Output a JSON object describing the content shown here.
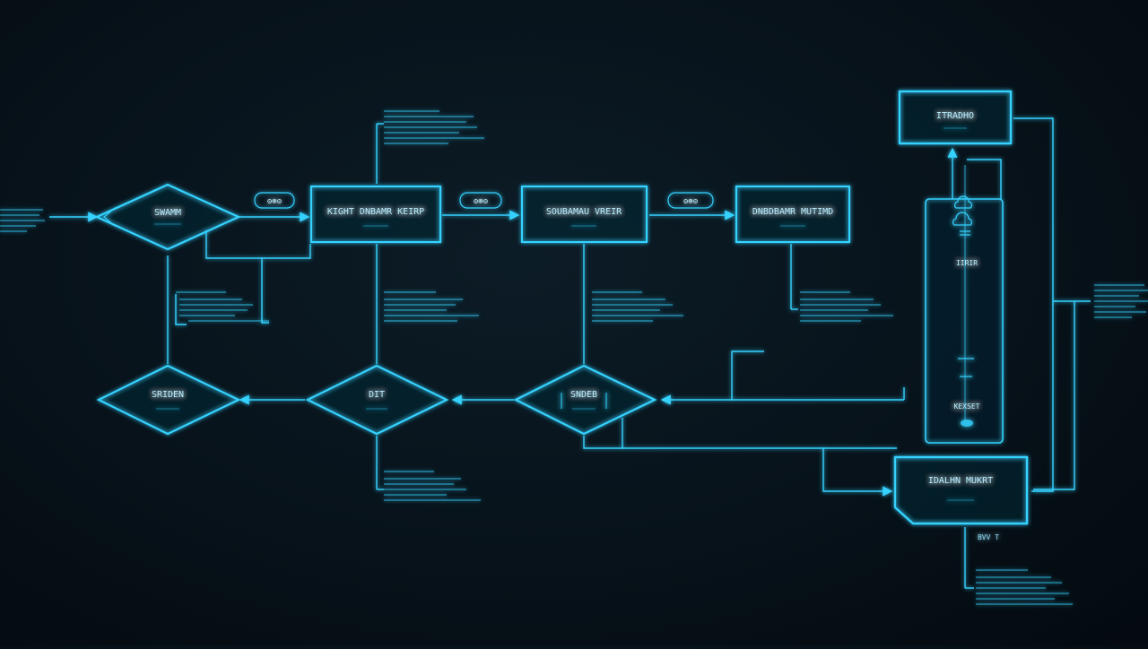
{
  "colors": {
    "background": "#07121a",
    "accent": "#35d2ff",
    "accent_soft": "#5fb8d8",
    "text": "#bfefff"
  },
  "nodes": {
    "diamond_start": {
      "label": "SWAMM"
    },
    "box_1": {
      "label": "KIGHT DNBAMR KEIRP"
    },
    "box_2": {
      "label": "SOUBAMAU VREIR"
    },
    "box_3": {
      "label": "DNBDBAMR MUTIMD"
    },
    "box_top_right": {
      "label": "ITRADHO"
    },
    "diamond_bottom_1": {
      "label": "SRIDEN"
    },
    "diamond_bottom_2": {
      "label": "DIT"
    },
    "diamond_bottom_3": {
      "label": "SNDEB"
    },
    "box_bottom_right": {
      "label": "IDALHN MUKRT"
    }
  },
  "connector_glyphs": [
    "ʘ⊗ʘ",
    "ʘ⊗ʘ",
    "ʘ⊗ʘ"
  ],
  "panel": {
    "label_mid": "IIRIR",
    "label_bottom": "KEXSET"
  },
  "misc_labels": {
    "bottom_right_caption": "BVV T"
  }
}
